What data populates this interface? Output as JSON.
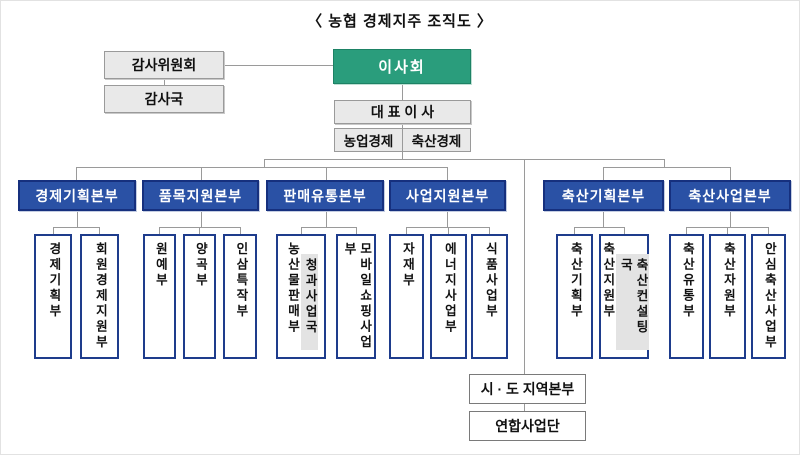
{
  "title": "〈 농협 경제지주 조직도 〉",
  "top": {
    "audit_committee": "감사위원회",
    "audit_office": "감사국",
    "board": "이사회",
    "ceo": "대 표 이 사",
    "agri_economy": "농업경제",
    "livestock_economy": "축산경제"
  },
  "divisions": [
    {
      "label": "경제기획본부",
      "depts": [
        {
          "name": "경제기획부"
        },
        {
          "name": "회원경제지원부"
        }
      ]
    },
    {
      "label": "품목지원본부",
      "depts": [
        {
          "name": "원예부"
        },
        {
          "name": "양곡부"
        },
        {
          "name": "인삼특작부"
        }
      ]
    },
    {
      "label": "판매유통본부",
      "depts": [
        {
          "name": "농산물판매부",
          "sub": "청과사업국"
        },
        {
          "name": "모바일쇼핑사업부"
        }
      ]
    },
    {
      "label": "사업지원본부",
      "depts": [
        {
          "name": "자재부"
        },
        {
          "name": "에너지사업부"
        },
        {
          "name": "식품사업부"
        }
      ]
    },
    {
      "label": "축산기획본부",
      "depts": [
        {
          "name": "축산기획부"
        },
        {
          "name": "축산지원부",
          "sub": "축산컨설팅국"
        }
      ]
    },
    {
      "label": "축산사업본부",
      "depts": [
        {
          "name": "축산유통부"
        },
        {
          "name": "축산자원부"
        },
        {
          "name": "안심축산사업부"
        }
      ]
    }
  ],
  "bottom": {
    "regional_hq": "시 · 도 지역본부",
    "federation": "연합사업단"
  },
  "colors": {
    "board_green": "#2a9d7c",
    "division_blue": "#2a51a5",
    "division_border": "#16307e",
    "dept_border": "#1e3c8c",
    "gray_fill": "#e9e9e9",
    "badge_gray": "#e3e3e3",
    "line_gray": "#9a9a9a"
  }
}
